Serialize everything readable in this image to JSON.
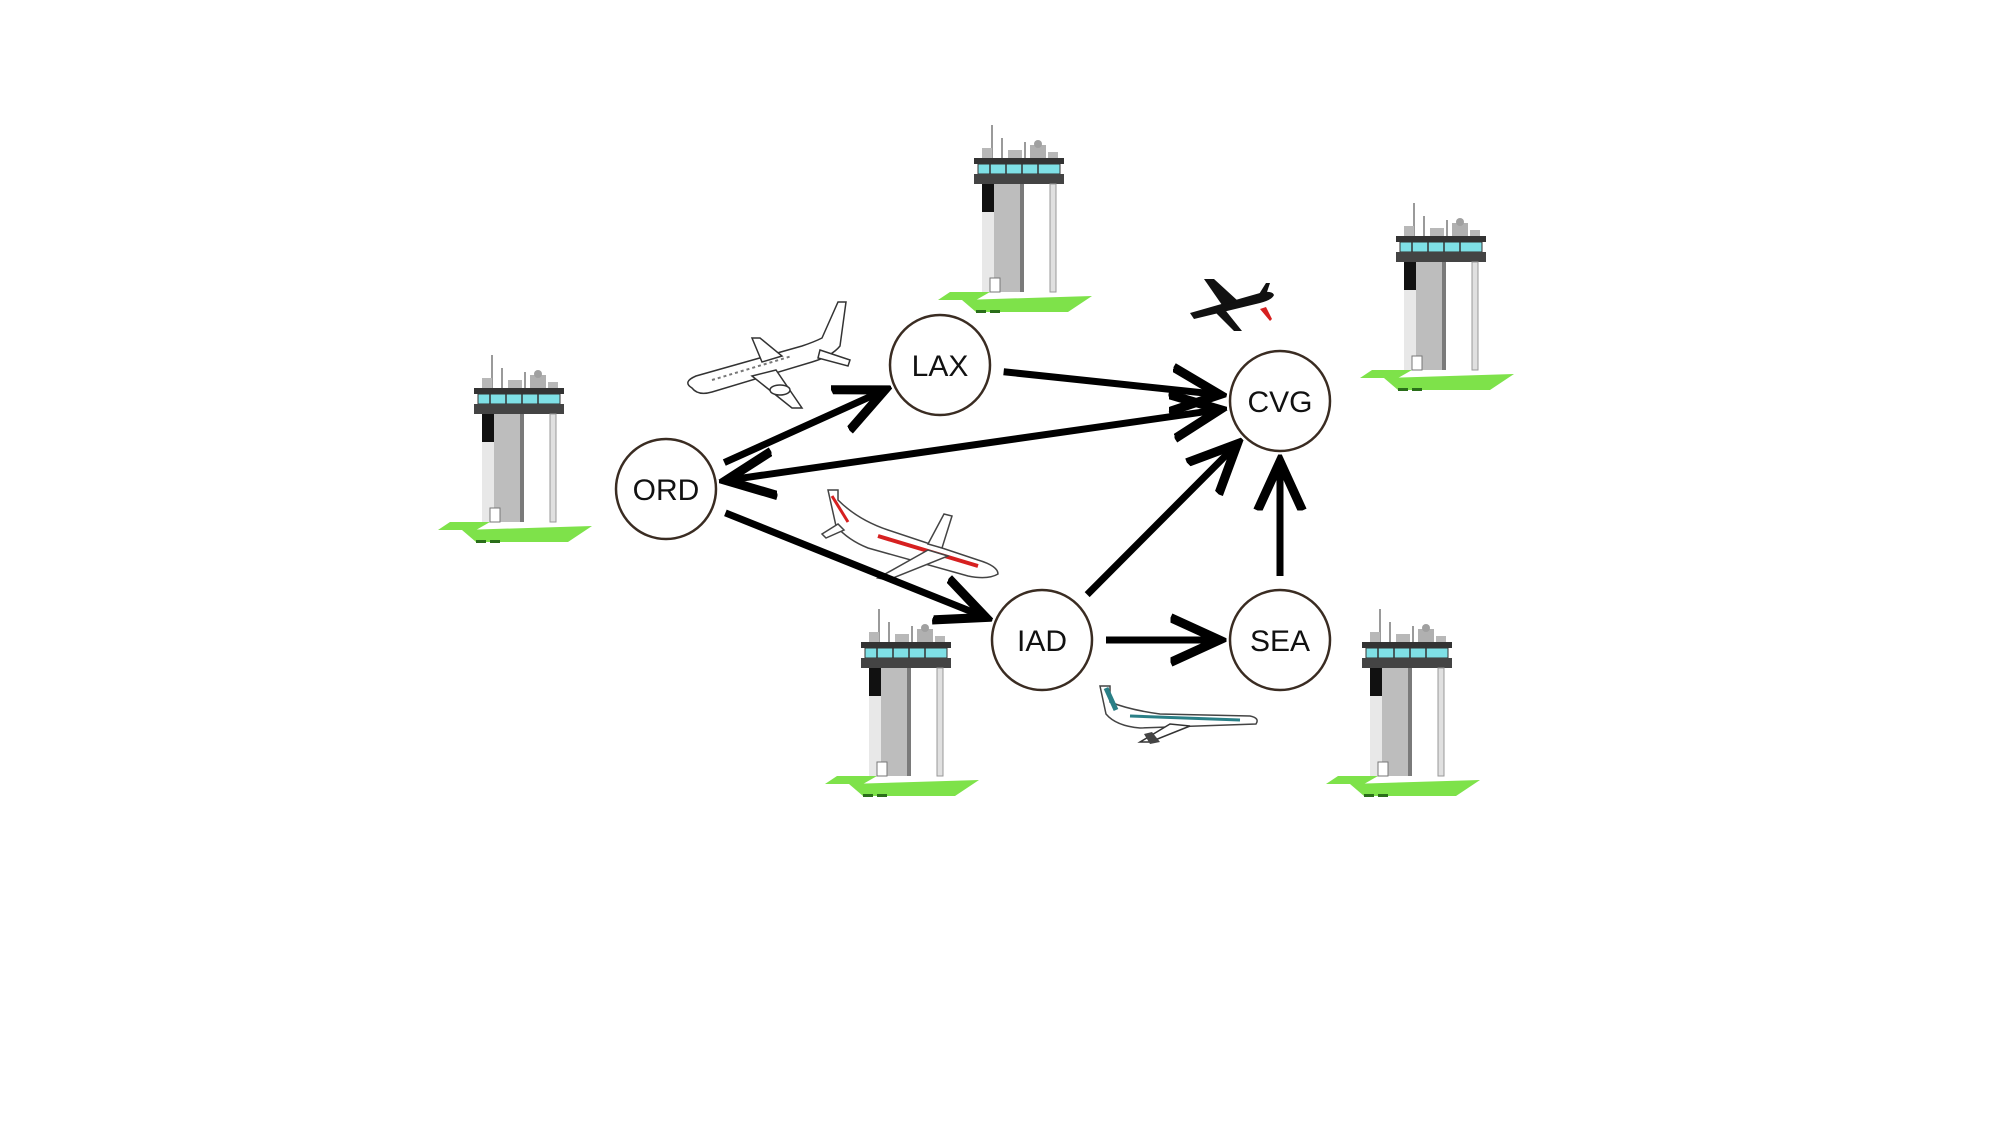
{
  "diagram": {
    "type": "directed-graph",
    "nodes": [
      {
        "id": "ORD",
        "label": "ORD"
      },
      {
        "id": "LAX",
        "label": "LAX"
      },
      {
        "id": "CVG",
        "label": "CVG"
      },
      {
        "id": "IAD",
        "label": "IAD"
      },
      {
        "id": "SEA",
        "label": "SEA"
      }
    ],
    "edges": [
      {
        "from": "ORD",
        "to": "LAX",
        "direction": "forward"
      },
      {
        "from": "LAX",
        "to": "CVG",
        "direction": "forward"
      },
      {
        "from": "ORD",
        "to": "CVG",
        "direction": "both"
      },
      {
        "from": "ORD",
        "to": "IAD",
        "direction": "forward"
      },
      {
        "from": "IAD",
        "to": "CVG",
        "direction": "forward"
      },
      {
        "from": "IAD",
        "to": "SEA",
        "direction": "forward"
      },
      {
        "from": "SEA",
        "to": "CVG",
        "direction": "forward"
      }
    ],
    "icons": {
      "tower": "control-tower-icon",
      "plane": "airplane-icon"
    },
    "colors": {
      "node_stroke": "#3a2c22",
      "edge": "#000000",
      "tower_grass": "#7ee24a",
      "tower_windows": "#7fe0e6",
      "tower_body": "#c0c0c0",
      "plane_dark": "#111111",
      "plane_stripe": "#d62020",
      "plane_teal": "#2a7f86"
    }
  }
}
